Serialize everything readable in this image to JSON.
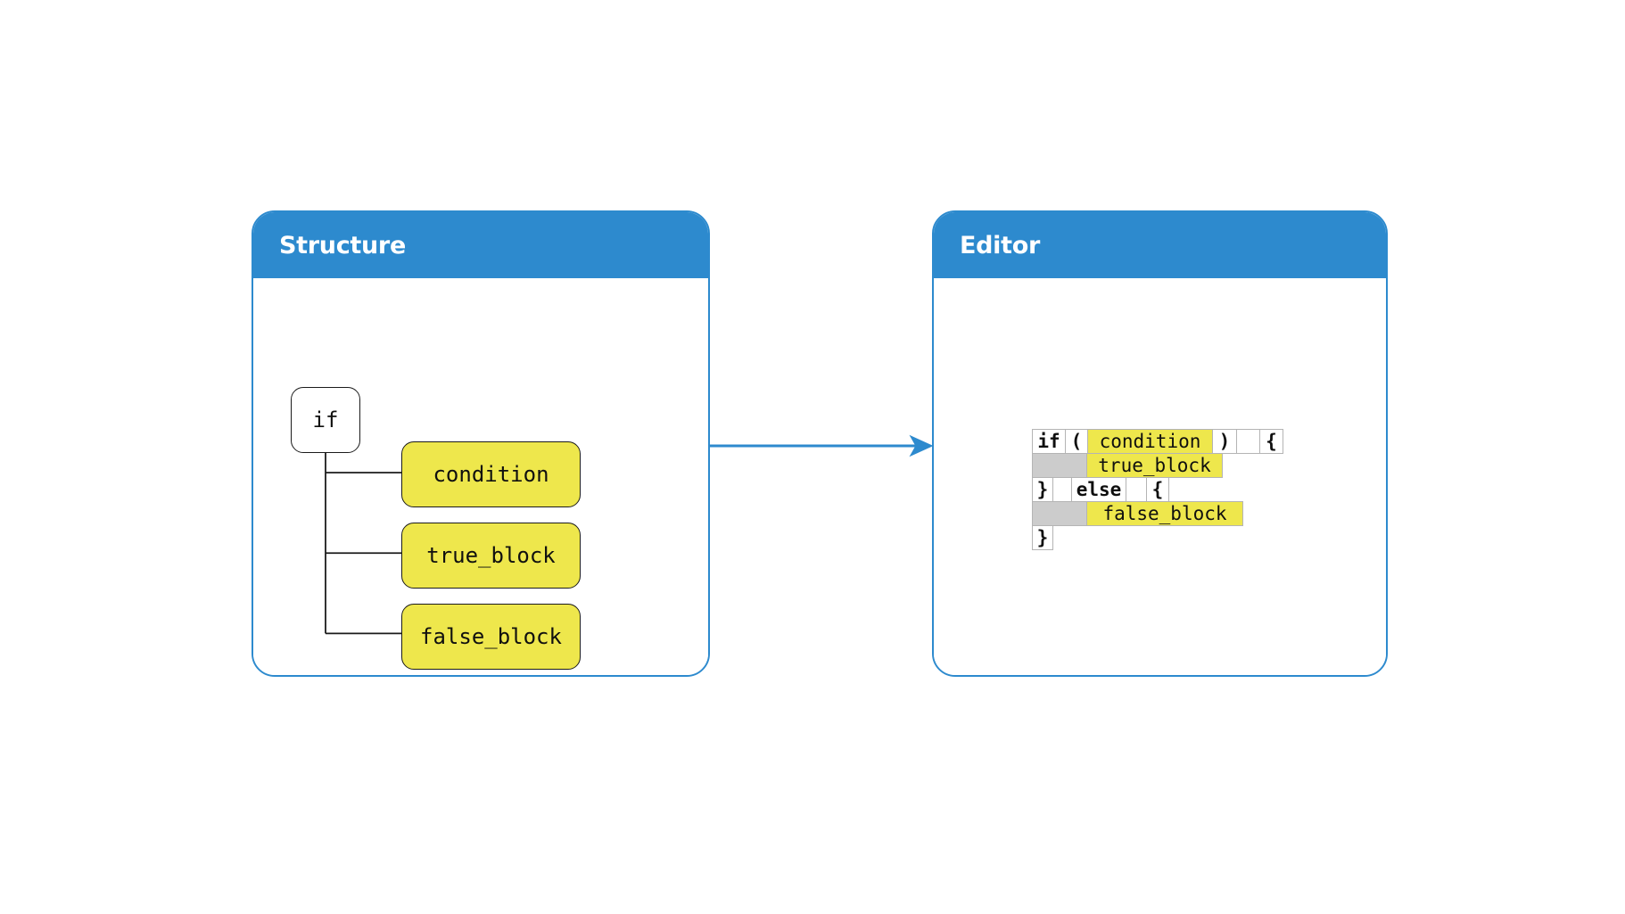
{
  "panels": {
    "structure": {
      "title": "Structure",
      "accent_color": "#2d8ace",
      "node_fill_root": "#ffffff",
      "node_fill_child": "#eee74c",
      "nodes": [
        {
          "id": "if",
          "label": "if",
          "kind": "root"
        },
        {
          "id": "condition",
          "label": "condition",
          "kind": "child"
        },
        {
          "id": "true_block",
          "label": "true_block",
          "kind": "child"
        },
        {
          "id": "false_block",
          "label": "false_block",
          "kind": "child"
        }
      ]
    },
    "editor": {
      "title": "Editor",
      "accent_color": "#2d8ace",
      "slot_color": "#eee74c",
      "indent_color": "#cccccc",
      "lines": [
        {
          "id": "line-1",
          "tokens": [
            {
              "text": "if",
              "type": "kw",
              "width": 38
            },
            {
              "text": "(",
              "type": "punct",
              "width": 26
            },
            {
              "text": "condition",
              "type": "slot",
              "width": 141
            },
            {
              "text": ")",
              "type": "punct",
              "width": 28
            },
            {
              "text": " ",
              "type": "gap",
              "width": 27
            },
            {
              "text": "{",
              "type": "punct",
              "width": 27
            }
          ]
        },
        {
          "id": "line-2",
          "tokens": [
            {
              "text": " ",
              "type": "indent",
              "width": 62
            },
            {
              "text": "true_block",
              "type": "slot",
              "width": 153
            }
          ]
        },
        {
          "id": "line-3",
          "tokens": [
            {
              "text": "}",
              "type": "punct",
              "width": 24
            },
            {
              "text": " ",
              "type": "gap",
              "width": 22
            },
            {
              "text": "else",
              "type": "kw",
              "width": 62
            },
            {
              "text": " ",
              "type": "gap",
              "width": 24
            },
            {
              "text": "{",
              "type": "punct",
              "width": 26
            }
          ]
        },
        {
          "id": "line-4",
          "tokens": [
            {
              "text": " ",
              "type": "indent",
              "width": 62
            },
            {
              "text": "false_block",
              "type": "slot",
              "width": 176
            }
          ]
        },
        {
          "id": "line-5",
          "tokens": [
            {
              "text": "}",
              "type": "punct",
              "width": 24
            }
          ]
        }
      ]
    }
  },
  "connector": {
    "name": "structure-to-editor-arrow",
    "color": "#2d8ace"
  }
}
